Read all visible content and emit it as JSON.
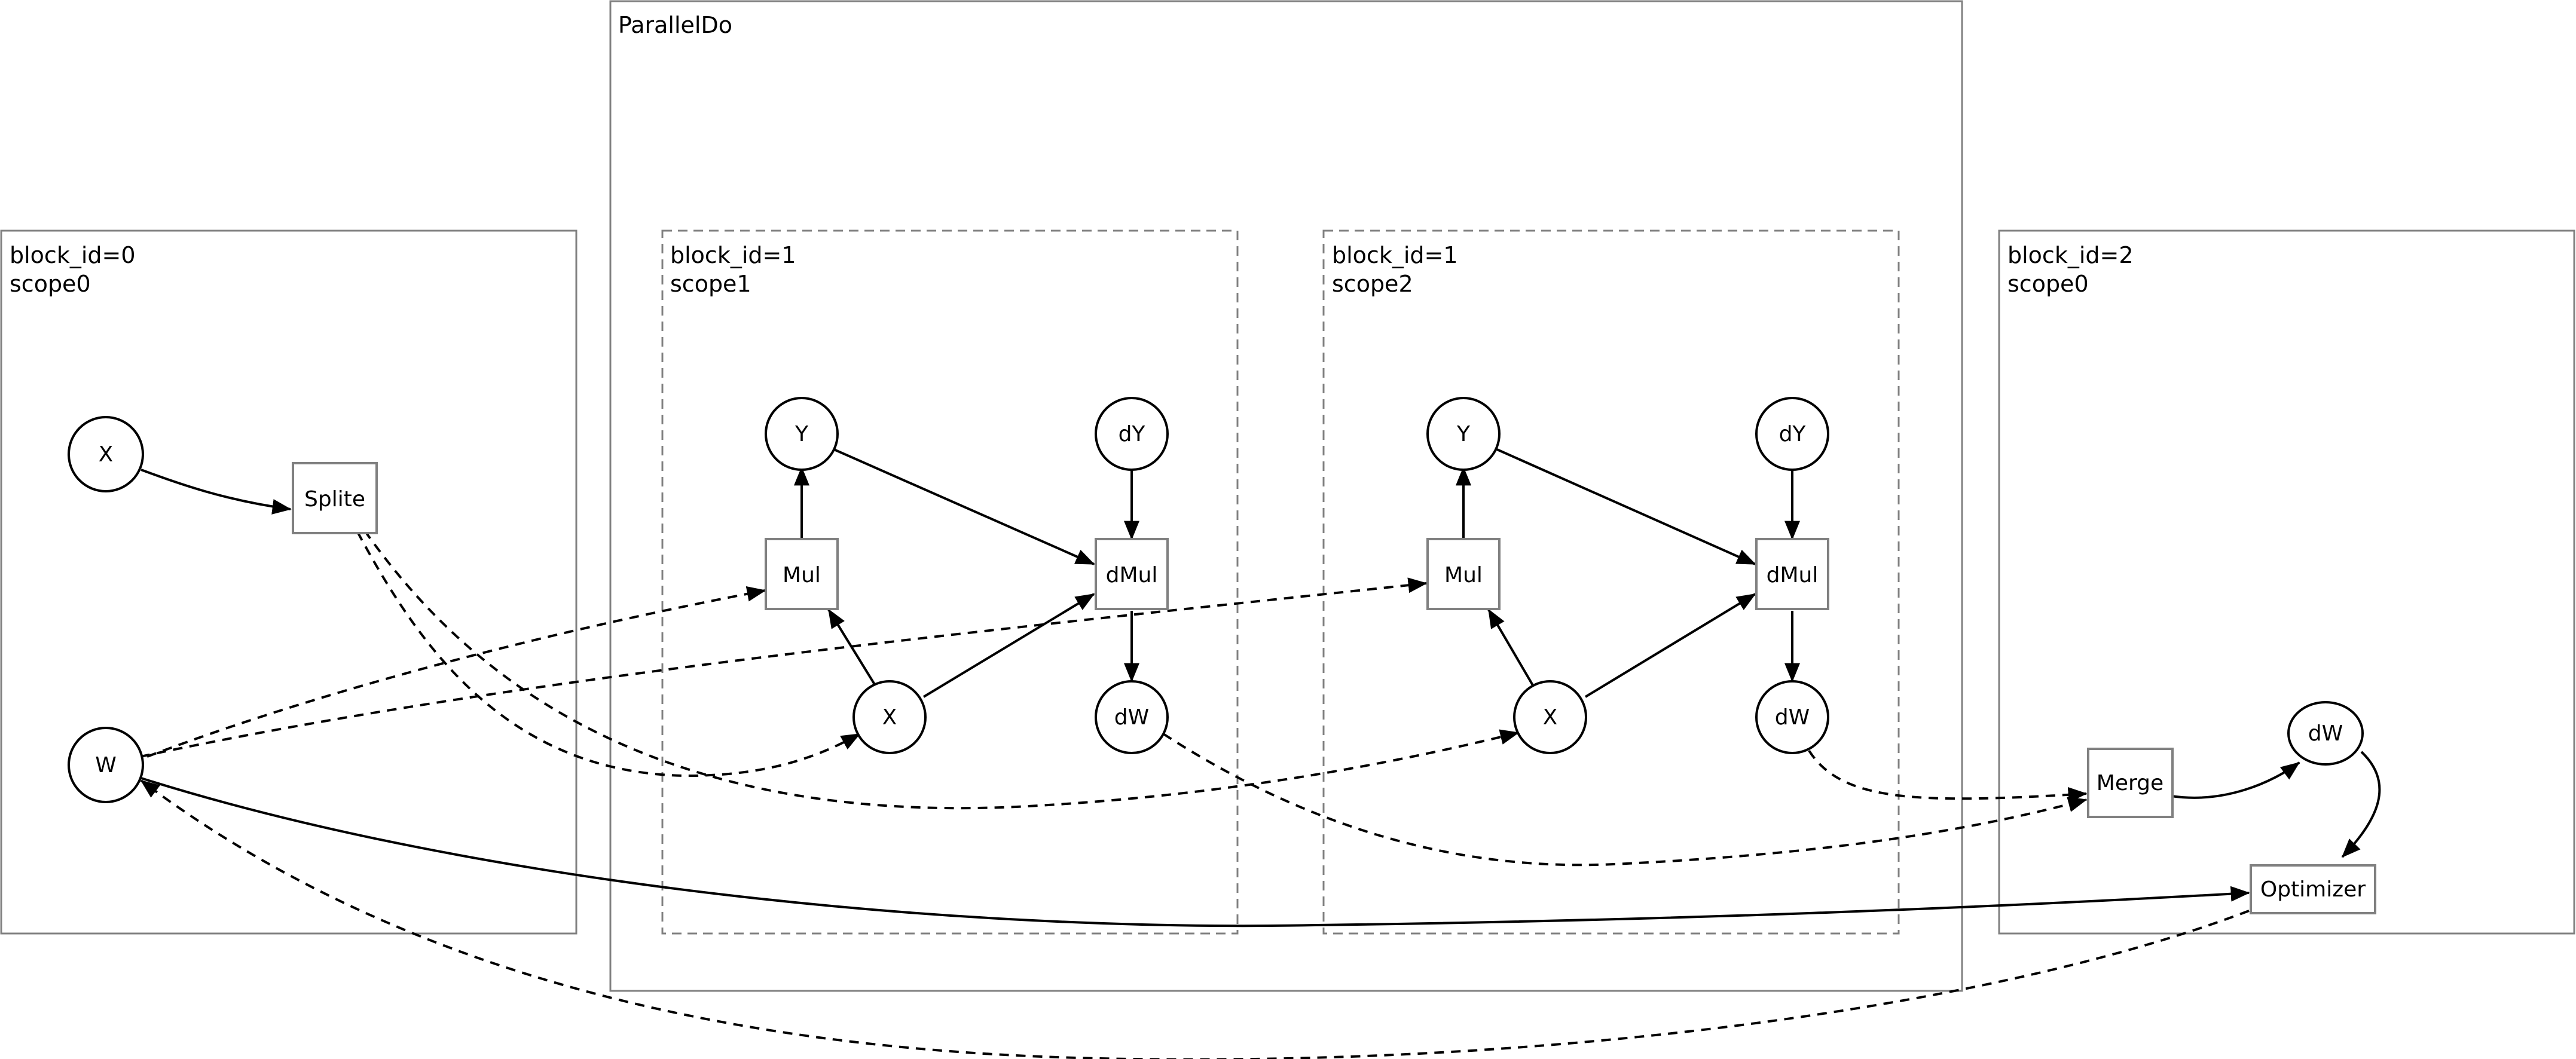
{
  "diagram": {
    "clusters": {
      "block0": {
        "line1": "block_id=0",
        "line2": "scope0"
      },
      "paralleldo": {
        "title": "ParallelDo"
      },
      "scope1": {
        "line1": "block_id=1",
        "line2": "scope1"
      },
      "scope2": {
        "line1": "block_id=1",
        "line2": "scope2"
      },
      "block2": {
        "line1": "block_id=2",
        "line2": "scope0"
      }
    },
    "nodes": {
      "b0_x": "X",
      "b0_w": "W",
      "splite": "Splite",
      "s1_y": "Y",
      "s1_dy": "dY",
      "s1_mul": "Mul",
      "s1_dmul": "dMul",
      "s1_x": "X",
      "s1_dw": "dW",
      "s2_y": "Y",
      "s2_dy": "dY",
      "s2_mul": "Mul",
      "s2_dmul": "dMul",
      "s2_x": "X",
      "s2_dw": "dW",
      "merge": "Merge",
      "b2_dw": "dW",
      "optimizer": "Optimizer"
    },
    "edges": [
      {
        "from": "b0_x",
        "to": "splite",
        "style": "solid"
      },
      {
        "from": "splite",
        "to": "s1_x",
        "style": "dashed"
      },
      {
        "from": "splite",
        "to": "s2_x",
        "style": "dashed"
      },
      {
        "from": "b0_w",
        "to": "s1_mul",
        "style": "dashed"
      },
      {
        "from": "b0_w",
        "to": "s2_mul",
        "style": "dashed"
      },
      {
        "from": "b0_w",
        "to": "optimizer",
        "style": "solid"
      },
      {
        "from": "s1_mul",
        "to": "s1_y",
        "style": "solid"
      },
      {
        "from": "s1_x",
        "to": "s1_mul",
        "style": "solid"
      },
      {
        "from": "s1_y",
        "to": "s1_dmul",
        "style": "solid"
      },
      {
        "from": "s1_dy",
        "to": "s1_dmul",
        "style": "solid"
      },
      {
        "from": "s1_x",
        "to": "s1_dmul",
        "style": "solid"
      },
      {
        "from": "s1_dmul",
        "to": "s1_dw",
        "style": "solid"
      },
      {
        "from": "s2_mul",
        "to": "s2_y",
        "style": "solid"
      },
      {
        "from": "s2_x",
        "to": "s2_mul",
        "style": "solid"
      },
      {
        "from": "s2_y",
        "to": "s2_dmul",
        "style": "solid"
      },
      {
        "from": "s2_dy",
        "to": "s2_dmul",
        "style": "solid"
      },
      {
        "from": "s2_x",
        "to": "s2_dmul",
        "style": "solid"
      },
      {
        "from": "s2_dmul",
        "to": "s2_dw",
        "style": "solid"
      },
      {
        "from": "s1_dw",
        "to": "merge",
        "style": "dashed"
      },
      {
        "from": "s2_dw",
        "to": "merge",
        "style": "dashed"
      },
      {
        "from": "merge",
        "to": "b2_dw",
        "style": "solid"
      },
      {
        "from": "b2_dw",
        "to": "optimizer",
        "style": "solid"
      },
      {
        "from": "optimizer",
        "to": "b0_w",
        "style": "dashed"
      }
    ]
  }
}
